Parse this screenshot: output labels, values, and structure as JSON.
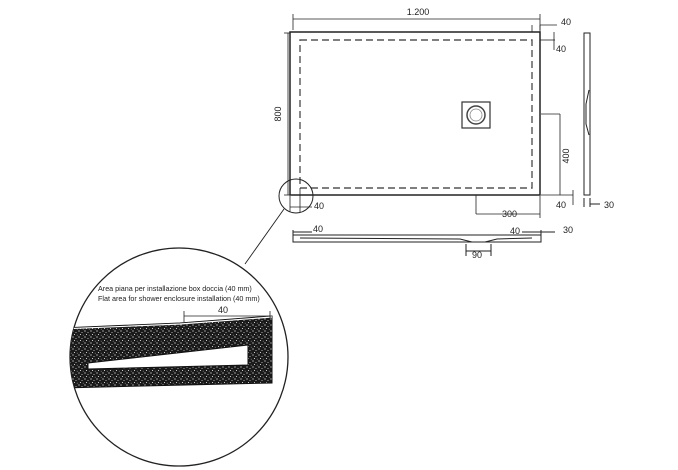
{
  "top_view": {
    "width_label": "1.200",
    "height_label": "800",
    "border_label_top_right": "40",
    "border_label_right_upper": "40",
    "border_label_bottom_left": "40",
    "border_label_bottom_right": "40",
    "drain_offset_x_label": "300",
    "drain_offset_y_label": "400"
  },
  "side_view_right": {
    "thickness_label": "30"
  },
  "front_view": {
    "left_border_label": "40",
    "right_border_label": "40",
    "thickness_label": "30",
    "drain_diameter_label": "90"
  },
  "detail": {
    "note_it": "Area piana per installazione box doccia (40 mm)",
    "note_en": "Flat area for shower enclosure installation (40 mm)",
    "flat_area_label": "40"
  }
}
